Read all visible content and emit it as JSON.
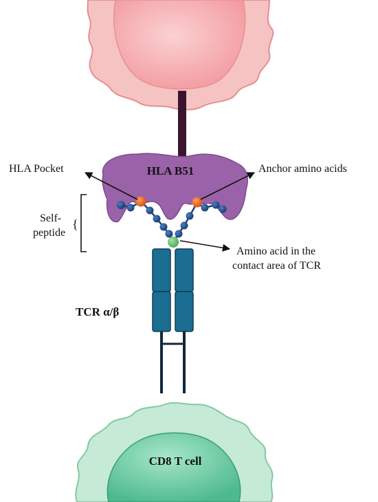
{
  "labels": {
    "hla_b51": "HLA B51",
    "hla_pocket": "HLA Pocket",
    "anchor_amino_acids": "Anchor amino acids",
    "self_peptide_line1": "Self-",
    "self_peptide_line2": "peptide",
    "contact_line1": "Amino acid in the",
    "contact_line2": "contact area of TCR",
    "tcr": "TCR α/β",
    "cd8_t_cell": "CD8 T cell"
  },
  "colors": {
    "apc_cell": "#f2b7b3",
    "apc_nucleus": "#f5a4a8",
    "hla_molecule": "#9a62a8",
    "stalk": "#3a1530",
    "peptide_residue": "#1f4f8f",
    "anchor_residue": "#e8641c",
    "contact_residue": "#6cc070",
    "tcr_chain": "#1b6d92",
    "t_cell": "#aee0c6",
    "t_cell_nucleus": "#5cc39c"
  }
}
